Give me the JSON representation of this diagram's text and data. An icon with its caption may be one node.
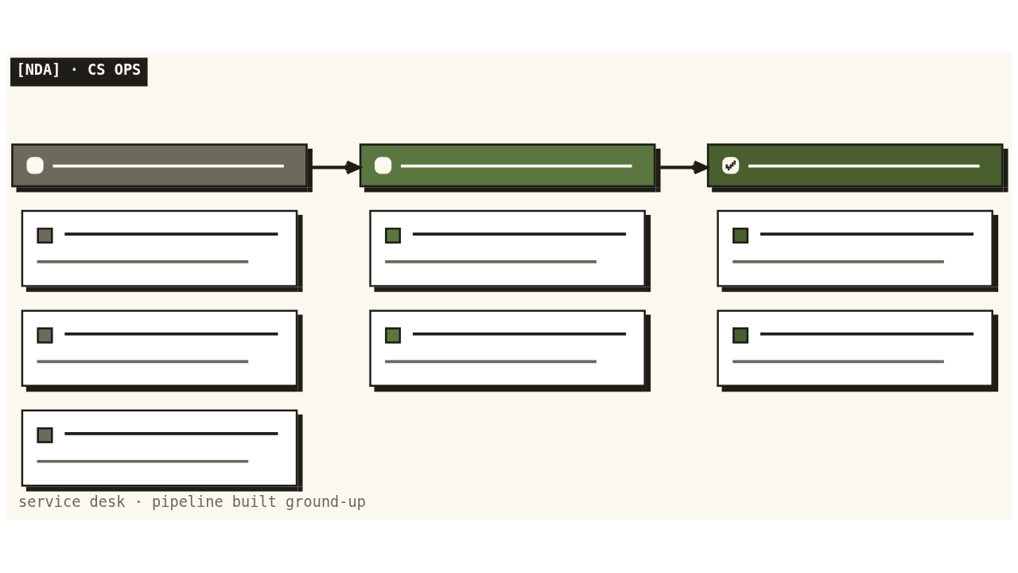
{
  "diagram": {
    "caption": "service desk · pipeline built ground-up",
    "nodes": [
      {
        "text": [],
        "shape": "bar"
      },
      {
        "text": [],
        "shape": "box"
      },
      {
        "text": [],
        "shape": "box"
      },
      {
        "text": [],
        "shape": "box"
      },
      {
        "text": [],
        "shape": "bar"
      },
      {
        "text": [],
        "shape": "box"
      },
      {
        "text": [],
        "shape": "box"
      },
      {
        "text": [],
        "shape": "bar"
      },
      {
        "text": [],
        "shape": "box"
      },
      {
        "text": [],
        "shape": "box"
      }
    ],
    "edges": [
      {
        "from": 0,
        "to": 4,
        "arrow": "to"
      },
      {
        "from": 4,
        "to": 7,
        "arrow": "to"
      }
    ],
    "labels": [
      "[NDA] · CS OPS"
    ]
  }
}
